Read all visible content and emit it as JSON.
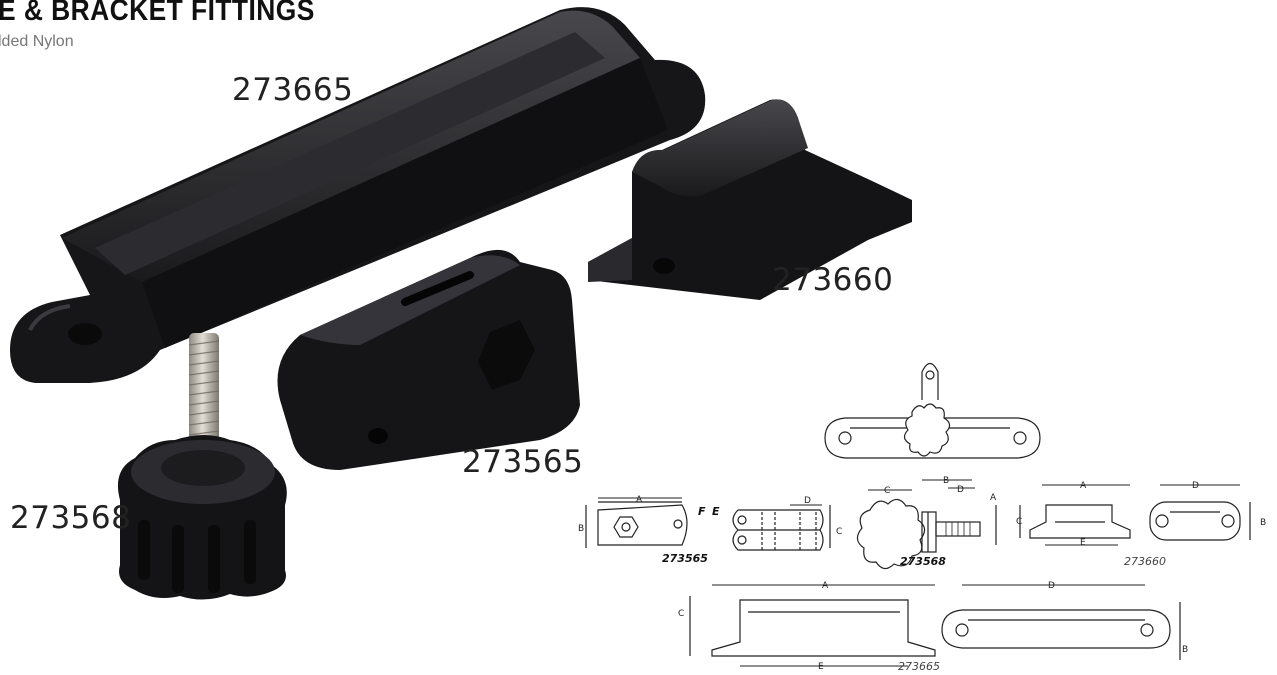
{
  "header": {
    "title": "E & BRACKET FITTINGS",
    "subtitle": "lded Nylon"
  },
  "parts": {
    "p273665": "273665",
    "p273660": "273660",
    "p273565": "273565",
    "p273568": "273568"
  },
  "drawing": {
    "labels": {
      "a": "A",
      "b": "B",
      "c": "C",
      "d": "D",
      "e": "E",
      "f": "F"
    },
    "captions": {
      "c273565": "273565",
      "c273568": "273568",
      "c273660": "273660",
      "c273665": "273665"
    }
  },
  "colors": {
    "nylon": "#1b1b1d",
    "nylon_highlight": "#3a3a3e",
    "steel": "#b9b4aa",
    "line": "#222222"
  }
}
